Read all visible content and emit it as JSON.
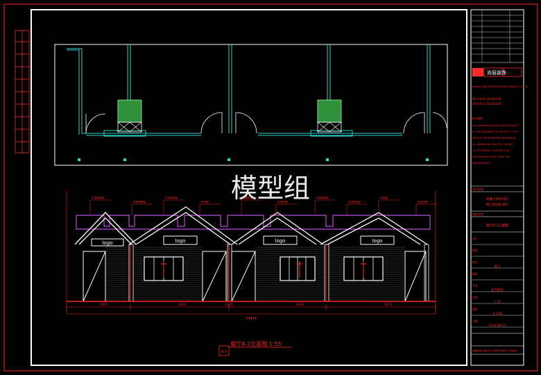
{
  "watermark": "模型组",
  "drawing_title": "餐厅A-2立面图 1:55",
  "drawing_ref": "A-2",
  "elevation": {
    "signboard_text": "logo",
    "dimension_labels": [
      "1870",
      "3000",
      "1325",
      "3000",
      "1870"
    ],
    "total_dimension": "24434",
    "callouts": [
      "生态板饰面",
      "木饰面造型",
      "仿古砖饰面",
      "木饰面",
      "柱面造型",
      "石材饰面",
      "木饰面造型",
      "仿古砖饰面",
      "木饰面",
      "涂料饰面"
    ]
  },
  "title_block": {
    "company_logo": "尚层装饰",
    "company_name_en": "SHANGCENG DESIGN DEVELOPMENT CO.,LTD",
    "phone_1": "TEL:0512-55281558",
    "phone_2": "FAX:0512-55281559",
    "notes_title": "设计说明",
    "notes": [
      "ALL DRAWINGS IN SHEETS ARE PROPERTY",
      "OF THE DESIGNER. THE RIGHTS OF COPY",
      "WITHOUT PRIOR WRITTEN PERMISSION",
      "ALL DIMENSIONS MUST BE CHECKED",
      "ON SITE BEFORE CONSTRUCTION",
      "THE DESIGNER IS NOT HELD FOR",
      "DISCREPANCIES"
    ],
    "project_label": "项目名称",
    "project_name_1": "某餐厅装修设计",
    "project_name_2": "施工图深化设计",
    "sheet_title_label": "图纸名称",
    "sheet_title": "餐厅A-2立面图",
    "rows": [
      {
        "label": "设计",
        "value": ""
      },
      {
        "label": "绘图",
        "value": ""
      },
      {
        "label": "校对",
        "value": "张三"
      },
      {
        "label": "审核",
        "value": ""
      },
      {
        "label": "专业",
        "value": "室内装饰"
      },
      {
        "label": "比例",
        "value": "1:55"
      },
      {
        "label": "图号",
        "value": "E-148"
      },
      {
        "label": "日期",
        "value": "2014.08.15"
      }
    ],
    "footer": "本图纸版权归属设计公司所有 未经许可不得复制"
  }
}
